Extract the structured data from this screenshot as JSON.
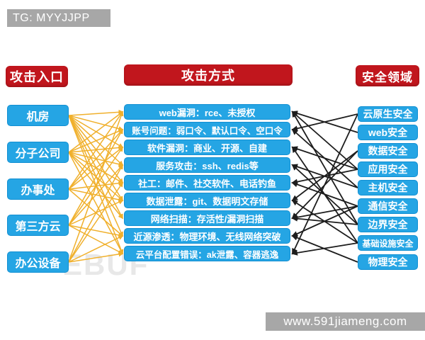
{
  "watermarks": {
    "top_bar": "TG: MYYJJPP",
    "bottom_bar": "www.591jiameng.com",
    "background_text": "EBUF"
  },
  "columns": {
    "entries": {
      "title": "攻击入口",
      "items": [
        "机房",
        "分子公司",
        "办事处",
        "第三方云",
        "办公设备"
      ]
    },
    "methods": {
      "title": "攻击方式",
      "items": [
        "web漏洞：rce、未授权",
        "账号问题：弱口令、默认口令、空口令",
        "软件漏洞：商业、开源、自建",
        "服务攻击：ssh、redis等",
        "社工：邮件、社交软件、电话钓鱼",
        "数据泄露：git、数据明文存储",
        "网络扫描：存活性/漏洞扫描",
        "近源渗透：物理环境、无线网络突破",
        "云平台配置错误：ak泄露、容器逃逸"
      ]
    },
    "domains": {
      "title": "安全领域",
      "items": [
        "云原生安全",
        "web安全",
        "数据安全",
        "应用安全",
        "主机安全",
        "通信安全",
        "边界安全",
        "基础设施安全",
        "物理安全"
      ]
    }
  },
  "connections": {
    "entry_to_method": [
      [
        0,
        0
      ],
      [
        0,
        1
      ],
      [
        0,
        2
      ],
      [
        0,
        3
      ],
      [
        0,
        4
      ],
      [
        0,
        5
      ],
      [
        0,
        6
      ],
      [
        0,
        7
      ],
      [
        0,
        8
      ],
      [
        1,
        0
      ],
      [
        1,
        1
      ],
      [
        1,
        2
      ],
      [
        1,
        3
      ],
      [
        1,
        4
      ],
      [
        1,
        5
      ],
      [
        1,
        6
      ],
      [
        1,
        8
      ],
      [
        2,
        0
      ],
      [
        2,
        1
      ],
      [
        2,
        2
      ],
      [
        2,
        4
      ],
      [
        2,
        5
      ],
      [
        2,
        7
      ],
      [
        3,
        1
      ],
      [
        3,
        2
      ],
      [
        3,
        3
      ],
      [
        3,
        5
      ],
      [
        3,
        7
      ],
      [
        3,
        8
      ],
      [
        4,
        0
      ],
      [
        4,
        3
      ],
      [
        4,
        4
      ],
      [
        4,
        7
      ],
      [
        4,
        8
      ]
    ],
    "domain_to_method": [
      [
        1,
        0
      ],
      [
        3,
        0
      ],
      [
        6,
        0
      ],
      [
        0,
        1
      ],
      [
        4,
        1
      ],
      [
        3,
        2
      ],
      [
        7,
        2
      ],
      [
        4,
        3
      ],
      [
        6,
        3
      ],
      [
        3,
        4
      ],
      [
        5,
        4
      ],
      [
        2,
        5
      ],
      [
        7,
        5
      ],
      [
        2,
        6
      ],
      [
        5,
        6
      ],
      [
        6,
        6
      ],
      [
        5,
        7
      ],
      [
        8,
        7
      ],
      [
        0,
        8
      ],
      [
        7,
        8
      ]
    ]
  },
  "colors": {
    "header_red": "#c1161d",
    "box_blue": "#25a5e4",
    "line_yellow": "#f0b02c",
    "line_black": "#1d1d1d",
    "bar_gray": "#a7a7a7"
  }
}
